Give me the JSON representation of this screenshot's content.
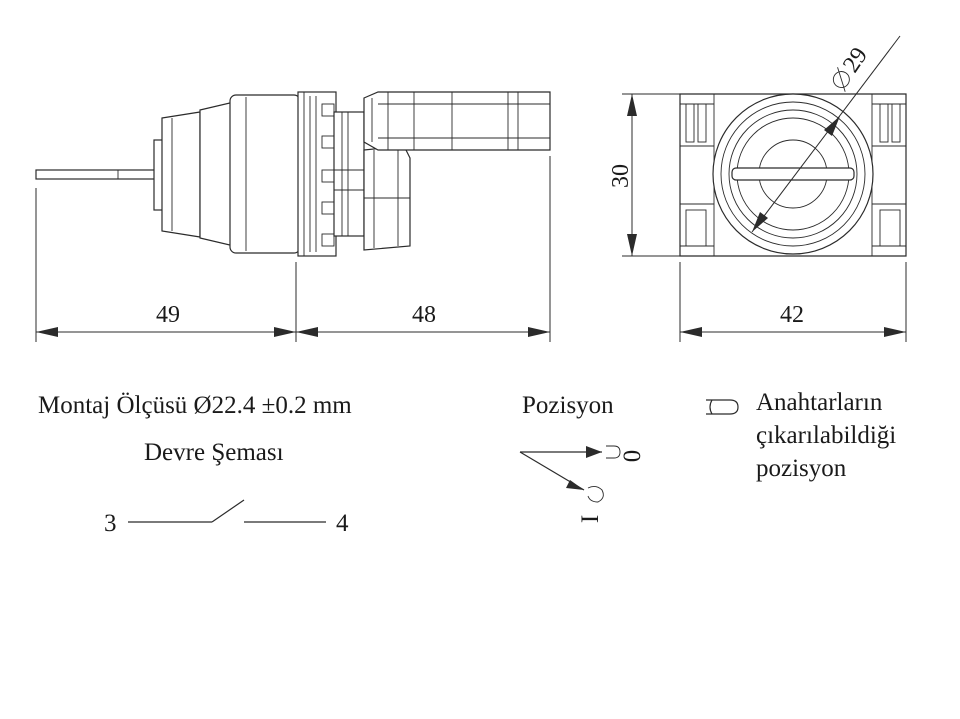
{
  "drawing": {
    "dimensions": {
      "left_length": "49",
      "right_length": "48",
      "front_width": "42",
      "front_height": "30",
      "diameter": "29"
    },
    "mounting_text": "Montaj Ölçüsü Ø22.4 ±0.2 mm",
    "circuit_title": "Devre Şeması",
    "circuit_terminal_left": "3",
    "circuit_terminal_right": "4",
    "position_title": "Pozisyon",
    "position_zero": "0",
    "position_one": "I",
    "legend_line_1": "Anahtarların",
    "legend_line_2": "çıkarılabildiği",
    "legend_line_3": "pozisyon",
    "legend_icon": "key-removable-icon"
  }
}
